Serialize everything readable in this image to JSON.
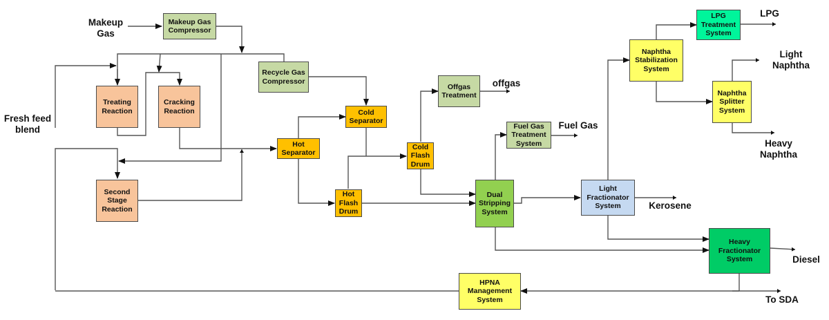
{
  "diagram": {
    "colors": {
      "green_light": "#c6d9a4",
      "orange_light": "#f8c49b",
      "amber": "#ffc000",
      "green": "#92d050",
      "blue_light": "#c5d9f1",
      "yellow": "#ffff66",
      "teal": "#00f59b",
      "green_dark": "#00cc66",
      "line": "#555555"
    },
    "units": {
      "makeup_gas_compressor": "Makeup Gas\nCompressor",
      "recycle_gas_compressor": "Recycle Gas\nCompressor",
      "treating_reaction": "Treating\nReaction",
      "cracking_reaction": "Cracking\nReaction",
      "second_stage_reaction": "Second\nStage\nReaction",
      "hot_separator": "Hot\nSeparator",
      "cold_separator": "Cold\nSeparator",
      "hot_flash_drum": "Hot\nFlash\nDrum",
      "cold_flash_drum": "Cold\nFlash\nDrum",
      "offgas_treatment": "Offgas\nTreatment",
      "fuel_gas_treatment": "Fuel Gas\nTreatment\nSystem",
      "dual_stripping": "Dual\nStripping\nSystem",
      "light_fractionator": "Light\nFractionator\nSystem",
      "heavy_fractionator": "Heavy\nFractionator\nSystem",
      "naphtha_stabilization": "Naphtha\nStabilization\nSystem",
      "lpg_treatment": "LPG\nTreatment\nSystem",
      "naphtha_splitter": "Naphtha\nSplitter\nSystem",
      "hpna_management": "HPNA\nManagement\nSystem"
    },
    "streams": {
      "makeup_gas": "Makeup\nGas",
      "fresh_feed": "Fresh feed\nblend",
      "offgas": "offgas",
      "fuel_gas": "Fuel Gas",
      "kerosene": "Kerosene",
      "diesel": "Diesel",
      "to_sda": "To SDA",
      "lpg": "LPG",
      "light_naphtha": "Light\nNaphtha",
      "heavy_naphtha": "Heavy\nNaphtha"
    }
  }
}
